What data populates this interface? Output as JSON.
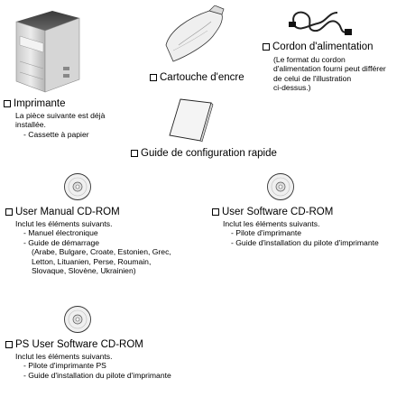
{
  "items": {
    "printer": {
      "label": "Imprimante",
      "desc": [
        "La pièce suivante est déjà",
        "installée."
      ],
      "sub": "- Cassette à papier"
    },
    "toner": {
      "label": "Cartouche d'encre"
    },
    "power": {
      "label": "Cordon d'alimentation",
      "note": [
        "(Le format du cordon",
        "d'alimentation fourni peut différer",
        "de celui de l'illustration",
        "ci-dessus.)"
      ]
    },
    "guide": {
      "label": "Guide de configuration rapide"
    },
    "user_manual": {
      "label": "User Manual CD-ROM",
      "intro": "Inclut les éléments suivants.",
      "items": [
        "- Manuel électronique",
        "- Guide de démarrage"
      ],
      "langs": [
        "(Arabe, Bulgare, Croate, Estonien, Grec,",
        "Letton, Lituanien, Perse, Roumain,",
        "Slovaque, Slovène, Ukrainien)"
      ]
    },
    "user_software": {
      "label": "User Software CD-ROM",
      "intro": "Inclut les éléments suivants.",
      "items": [
        "- Pilote d'imprimante",
        "- Guide d'installation du pilote d'imprimante"
      ]
    },
    "ps_software": {
      "label": "PS User Software CD-ROM",
      "intro": "Inclut les éléments suivants.",
      "items": [
        "- Pilote d'imprimante PS",
        "- Guide d'installation du pilote d'imprimante"
      ]
    }
  }
}
